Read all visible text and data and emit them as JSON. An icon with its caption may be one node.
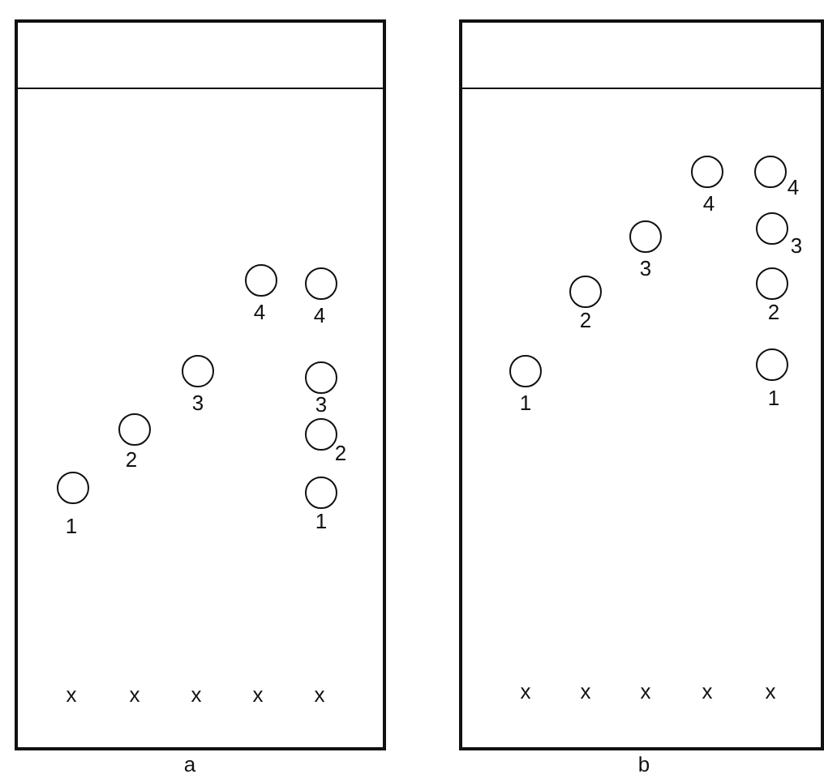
{
  "diagram": {
    "nodes": [
      {
        "text": [
          "a"
        ]
      },
      {
        "text": [
          "1"
        ],
        "in": 0
      },
      {
        "text": [
          "2"
        ],
        "in": 0
      },
      {
        "text": [
          "3"
        ],
        "in": 0
      },
      {
        "text": [
          "4"
        ],
        "in": 0
      },
      {
        "text": [
          "4"
        ],
        "in": 0
      },
      {
        "text": [
          "3"
        ],
        "in": 0
      },
      {
        "text": [
          "2"
        ],
        "in": 0
      },
      {
        "text": [
          "1"
        ],
        "in": 0
      },
      {
        "text": [
          "b"
        ]
      },
      {
        "text": [
          "1"
        ],
        "in": 9
      },
      {
        "text": [
          "2"
        ],
        "in": 9
      },
      {
        "text": [
          "3"
        ],
        "in": 9
      },
      {
        "text": [
          "4"
        ],
        "in": 9
      },
      {
        "text": [
          "4"
        ],
        "in": 9
      },
      {
        "text": [
          "3"
        ],
        "in": 9
      },
      {
        "text": [
          "2"
        ],
        "in": 9
      },
      {
        "text": [
          "1"
        ],
        "in": 9
      }
    ],
    "labels": [
      "x",
      "x",
      "x",
      "x",
      "x",
      "x",
      "x",
      "x",
      "x",
      "x"
    ]
  }
}
